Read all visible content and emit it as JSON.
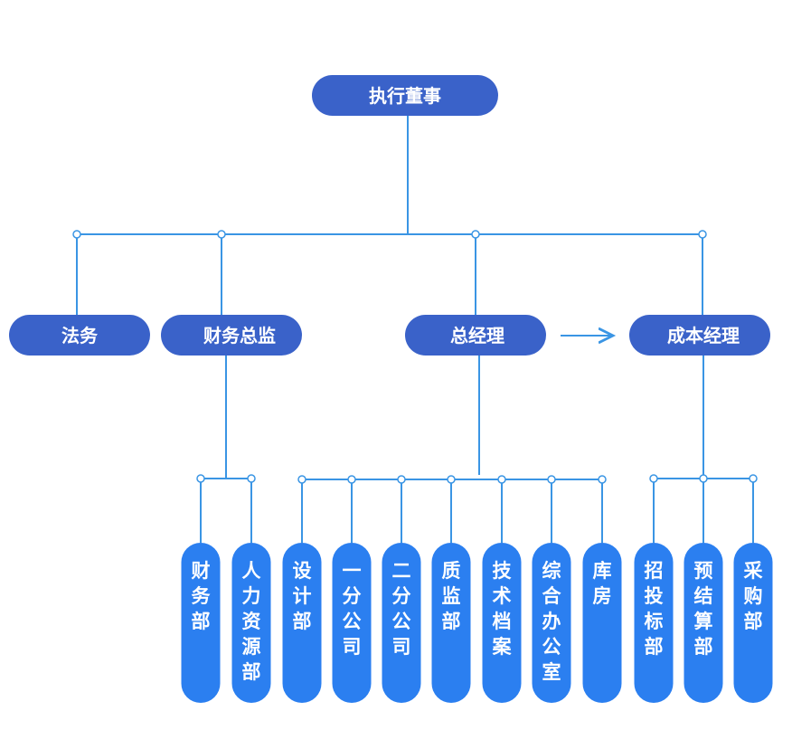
{
  "colors": {
    "node_fill": "#3a62c9",
    "dept_fill": "#2b7ff0",
    "line": "#3a95e4",
    "text": "#ffffff"
  },
  "top": {
    "label": "执行董事"
  },
  "level2": {
    "legal": "法务",
    "finance_director": "财务总监",
    "general_manager": "总经理",
    "cost_manager": "成本经理"
  },
  "departments": [
    {
      "id": "finance",
      "label": "财务部"
    },
    {
      "id": "hr",
      "label": "人力资源部"
    },
    {
      "id": "design",
      "label": "设计部"
    },
    {
      "id": "branch1",
      "label": "一分公司"
    },
    {
      "id": "branch2",
      "label": "二分公司"
    },
    {
      "id": "quality",
      "label": "质监部"
    },
    {
      "id": "tech-archive",
      "label": "技术档案"
    },
    {
      "id": "general-office",
      "label": "综合办公室"
    },
    {
      "id": "warehouse",
      "label": "库房"
    },
    {
      "id": "bidding",
      "label": "招投标部"
    },
    {
      "id": "budget",
      "label": "预结算部"
    },
    {
      "id": "purchasing",
      "label": "采购部"
    }
  ]
}
